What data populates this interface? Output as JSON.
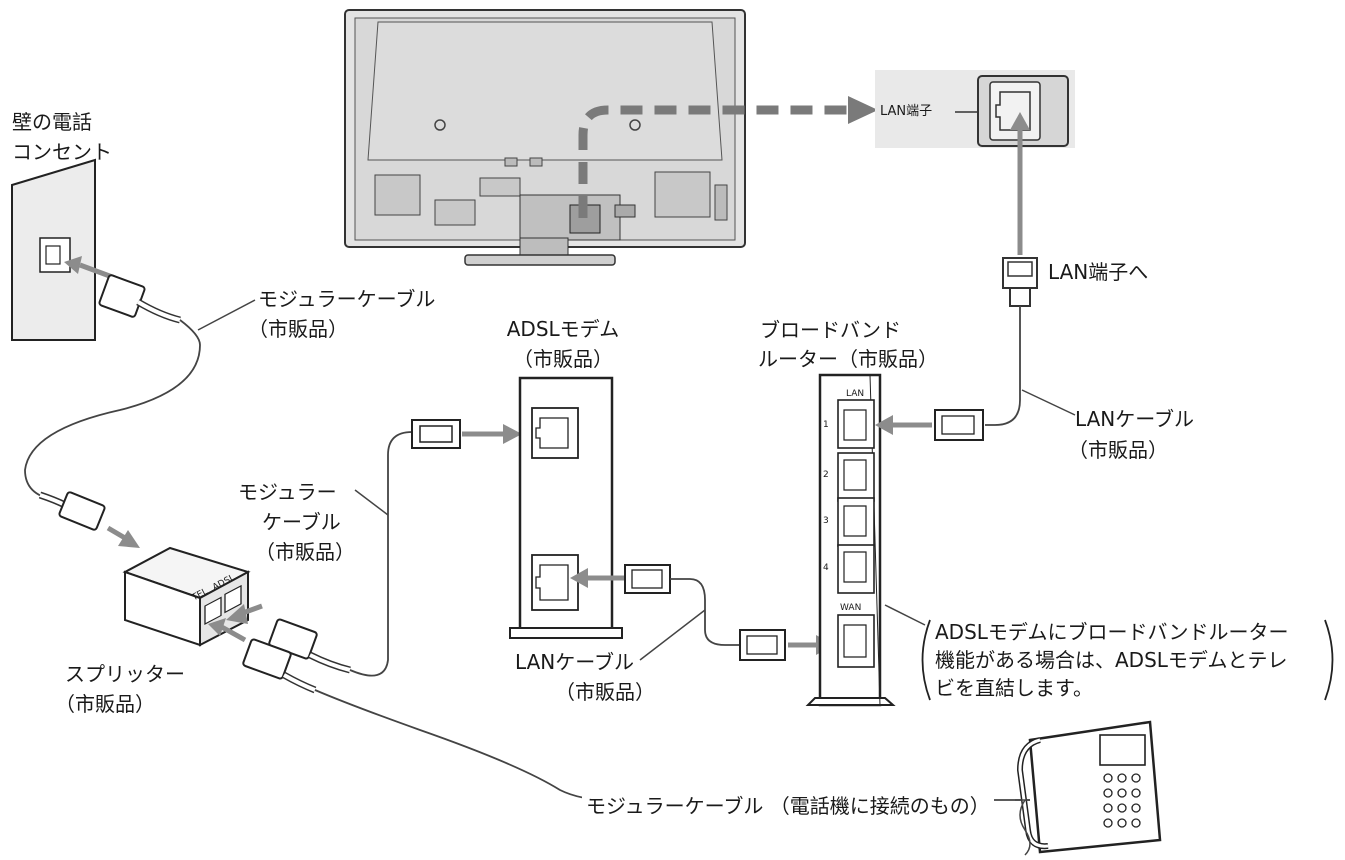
{
  "labels": {
    "wall_outlet_line1": "壁の電話",
    "wall_outlet_line2": "コンセント",
    "modular_cable_top": "モジュラーケーブル",
    "modular_cable_top_sub": "（市販品）",
    "adsl_modem": "ADSLモデム",
    "adsl_modem_sub": "（市販品）",
    "router_line1": "ブロードバンド",
    "router_line2": "ルーター（市販品）",
    "lan_terminal": "LAN端子",
    "lan_terminal_to": "LAN端子へ",
    "lan_cable_right": "LANケーブル",
    "lan_cable_right_sub": "（市販品）",
    "modular_cable_mid_line1": "モジュラー",
    "modular_cable_mid_line2": "ケーブル",
    "modular_cable_mid_sub": "（市販品）",
    "splitter": "スプリッター",
    "splitter_sub": "（市販品）",
    "lan_cable_bottom": "LANケーブル",
    "lan_cable_bottom_sub": "（市販品）",
    "note_line1": "ADSLモデムにブロードバンドルーター",
    "note_line2": "機能がある場合は、ADSLモデムとテレ",
    "note_line3": "ビを直結します。",
    "phone_cable": "モジュラーケーブル （電話機に接続のもの）",
    "splitter_port_tel": "TEL",
    "splitter_port_adsl": "ADSL",
    "router_lan": "LAN",
    "router_wan": "WAN",
    "router_port_1": "1",
    "router_port_2": "2",
    "router_port_3": "3",
    "router_port_4": "4"
  },
  "colors": {
    "line": "#3a3a3a",
    "arrow_gray": "#8c8c8c",
    "dashed_gray": "#7a7a7a",
    "tv_fill": "#dedede",
    "panel_fill": "#e9e9e9"
  }
}
